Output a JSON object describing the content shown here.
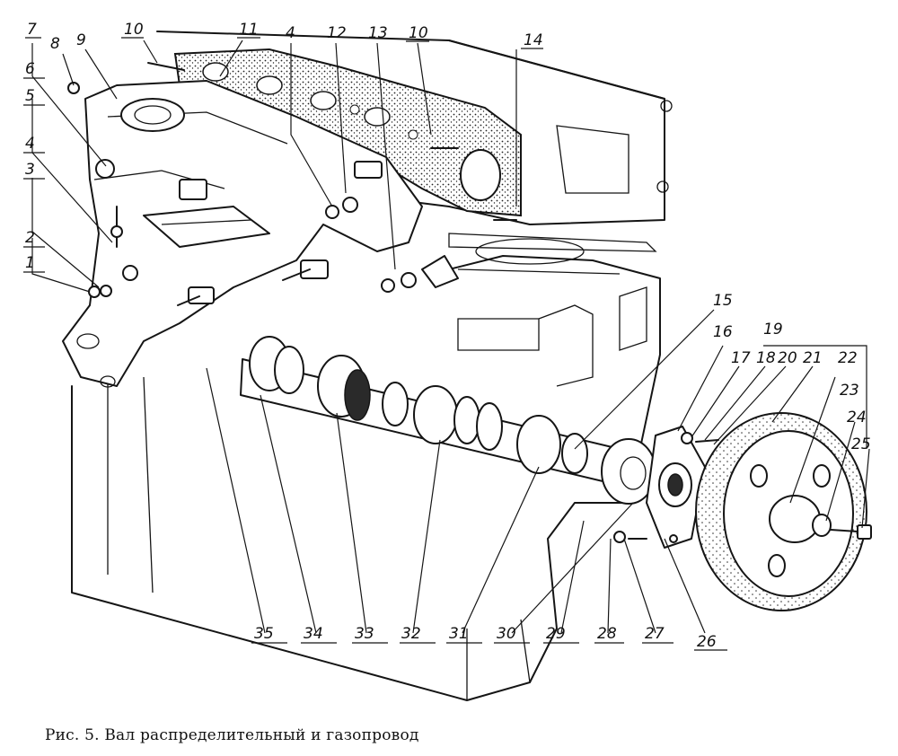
{
  "caption": "Рис. 5. Вал распределительный и газопровод",
  "callouts": [
    "1",
    "2",
    "3",
    "4",
    "5",
    "6",
    "7",
    "8",
    "9",
    "10",
    "11",
    "4",
    "12",
    "13",
    "10",
    "14",
    "15",
    "16",
    "17",
    "18",
    "19",
    "20",
    "21",
    "22",
    "23",
    "24",
    "25",
    "26",
    "27",
    "28",
    "29",
    "30",
    "31",
    "32",
    "33",
    "34",
    "35"
  ]
}
